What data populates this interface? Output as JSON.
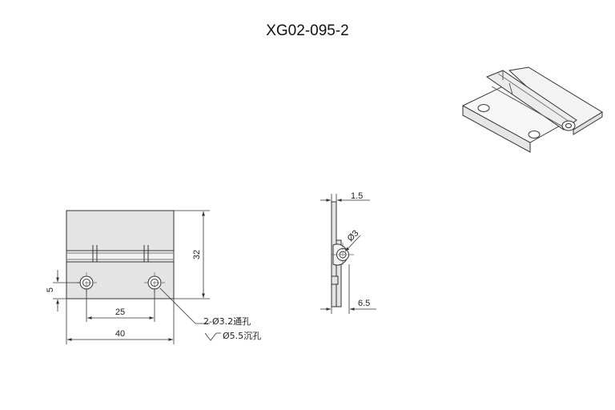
{
  "title": "XG02-095-2",
  "front_view": {
    "dim_height": "32",
    "dim_width": "40",
    "dim_hole_spacing": "25",
    "dim_hole_offset": "5",
    "note_through_hole": "2-Ø3.2通孔",
    "note_countersink": "Ø5.5沉孔"
  },
  "side_view": {
    "dim_thickness": "1.5",
    "dim_pin_diameter": "Ø3",
    "dim_open_width": "6.5"
  },
  "colors": {
    "line": "#333333",
    "fill": "#e4e4e4",
    "knuckle": "#f2f2f2"
  }
}
